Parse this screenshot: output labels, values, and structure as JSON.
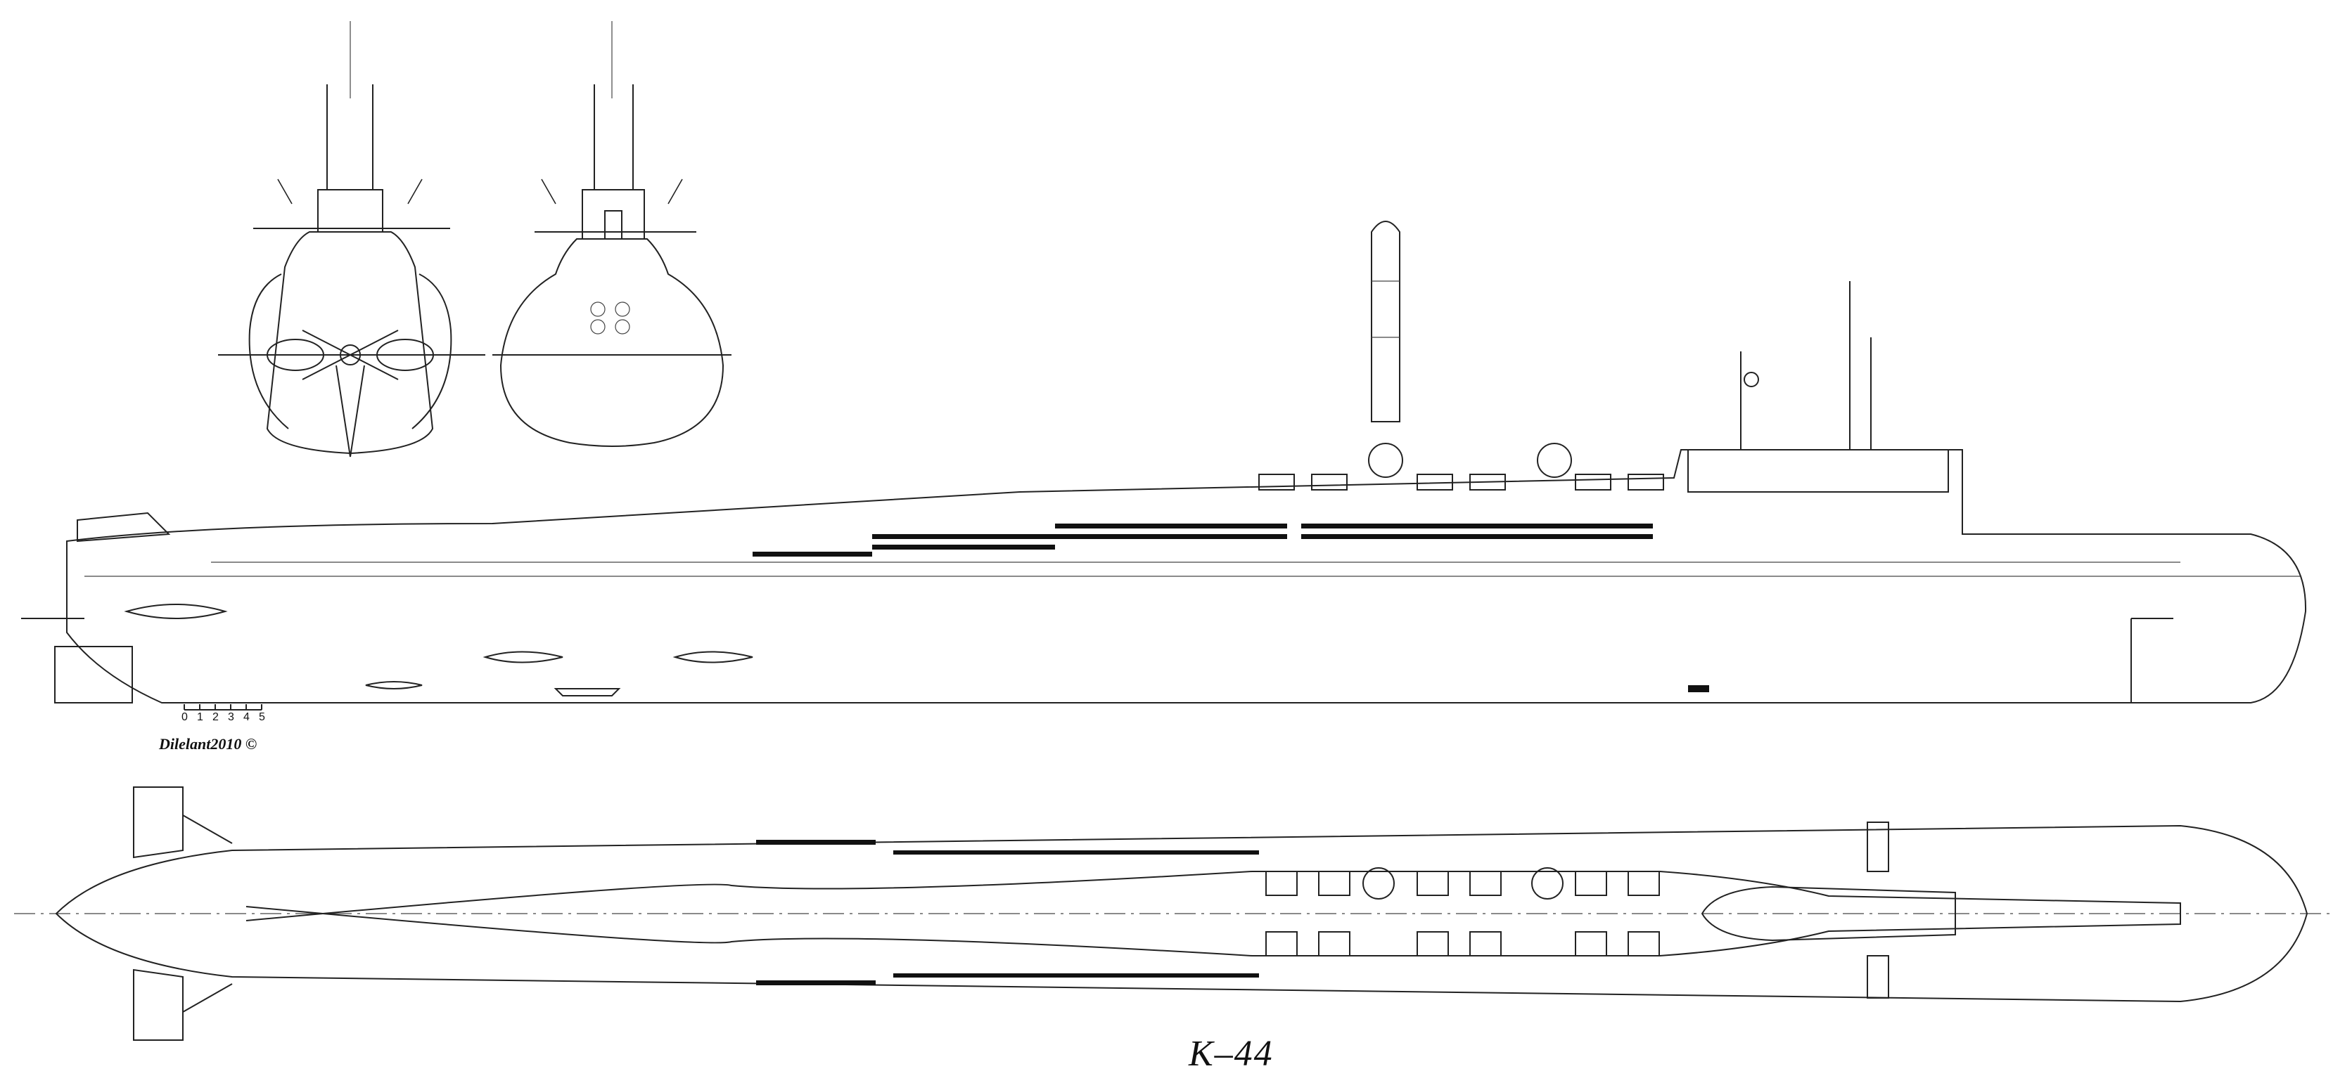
{
  "drawing": {
    "title": "K–44",
    "author_signature": "Dilelant2010 ©",
    "scale_bar": {
      "ticks": [
        "0",
        "1",
        "2",
        "3",
        "4",
        "5"
      ]
    },
    "views": [
      "stern-view",
      "bow-view",
      "side-profile",
      "top-plan"
    ]
  }
}
